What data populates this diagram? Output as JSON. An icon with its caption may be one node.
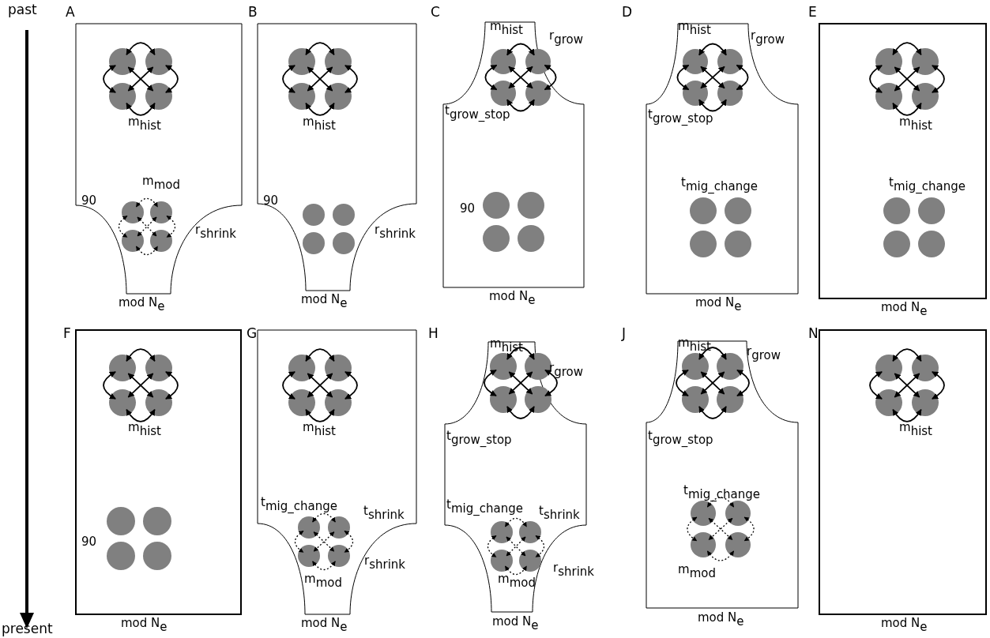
{
  "diagram": {
    "nodes": [
      {
        "text": [
          "A",
          "m$_{hist}$",
          "m$_{mod}$",
          "90",
          "r$_{shrink}$"
        ],
        "beside": [
          "mod N$_{e}$"
        ]
      },
      {
        "text": [],
        "shape": "circle",
        "in": 0
      },
      {
        "text": [],
        "shape": "circle",
        "in": 0
      },
      {
        "text": [],
        "shape": "circle",
        "in": 0
      },
      {
        "text": [],
        "shape": "circle",
        "in": 0
      },
      {
        "text": [],
        "shape": "circle",
        "in": 0
      },
      {
        "text": [],
        "shape": "circle",
        "in": 0
      },
      {
        "text": [],
        "shape": "circle",
        "in": 0
      },
      {
        "text": [],
        "shape": "circle",
        "in": 0
      },
      {
        "text": [
          "B",
          "m$_{hist}$",
          "90",
          "r$_{shrink}$"
        ],
        "beside": [
          "mod N$_{e}$"
        ]
      },
      {
        "text": [],
        "shape": "circle",
        "in": 9
      },
      {
        "text": [],
        "shape": "circle",
        "in": 9
      },
      {
        "text": [],
        "shape": "circle",
        "in": 9
      },
      {
        "text": [],
        "shape": "circle",
        "in": 9
      },
      {
        "text": [],
        "shape": "circle",
        "in": 9
      },
      {
        "text": [],
        "shape": "circle",
        "in": 9
      },
      {
        "text": [],
        "shape": "circle",
        "in": 9
      },
      {
        "text": [],
        "shape": "circle",
        "in": 9
      },
      {
        "text": [
          "C",
          "m$_{hist}$",
          "r$_{grow}$",
          "t$_{grow_stop}$",
          "90"
        ],
        "beside": [
          "mod N$_{e}$"
        ]
      },
      {
        "text": [],
        "shape": "circle",
        "in": 18
      },
      {
        "text": [],
        "shape": "circle",
        "in": 18
      },
      {
        "text": [],
        "shape": "circle",
        "in": 18
      },
      {
        "text": [],
        "shape": "circle",
        "in": 18
      },
      {
        "text": [],
        "shape": "circle",
        "in": 18
      },
      {
        "text": [],
        "shape": "circle",
        "in": 18
      },
      {
        "text": [],
        "shape": "circle",
        "in": 18
      },
      {
        "text": [],
        "shape": "circle",
        "in": 18
      },
      {
        "text": [
          "D",
          "m$_{hist}$",
          "r$_{grow}$",
          "t$_{grow_stop}$",
          "t$_{mig_change}$"
        ],
        "beside": [
          "mod N$_{e}$"
        ]
      },
      {
        "text": [],
        "shape": "circle",
        "in": 27
      },
      {
        "text": [],
        "shape": "circle",
        "in": 27
      },
      {
        "text": [],
        "shape": "circle",
        "in": 27
      },
      {
        "text": [],
        "shape": "circle",
        "in": 27
      },
      {
        "text": [],
        "shape": "circle",
        "in": 27
      },
      {
        "text": [],
        "shape": "circle",
        "in": 27
      },
      {
        "text": [],
        "shape": "circle",
        "in": 27
      },
      {
        "text": [],
        "shape": "circle",
        "in": 27
      },
      {
        "text": [
          "E",
          "m$_{hist}$",
          "t$_{mig_change}$"
        ],
        "beside": [
          "mod N$_{e}$"
        ]
      },
      {
        "text": [],
        "shape": "circle",
        "in": 36
      },
      {
        "text": [],
        "shape": "circle",
        "in": 36
      },
      {
        "text": [],
        "shape": "circle",
        "in": 36
      },
      {
        "text": [],
        "shape": "circle",
        "in": 36
      },
      {
        "text": [],
        "shape": "circle",
        "in": 36
      },
      {
        "text": [],
        "shape": "circle",
        "in": 36
      },
      {
        "text": [],
        "shape": "circle",
        "in": 36
      },
      {
        "text": [],
        "shape": "circle",
        "in": 36
      },
      {
        "text": [
          "F",
          "m$_{hist}$",
          "90"
        ],
        "beside": [
          "mod N$_{e}$"
        ]
      },
      {
        "text": [],
        "shape": "circle",
        "in": 45
      },
      {
        "text": [],
        "shape": "circle",
        "in": 45
      },
      {
        "text": [],
        "shape": "circle",
        "in": 45
      },
      {
        "text": [],
        "shape": "circle",
        "in": 45
      },
      {
        "text": [],
        "shape": "circle",
        "in": 45
      },
      {
        "text": [],
        "shape": "circle",
        "in": 45
      },
      {
        "text": [],
        "shape": "circle",
        "in": 45
      },
      {
        "text": [],
        "shape": "circle",
        "in": 45
      },
      {
        "text": [
          "G",
          "m$_{hist}$",
          "t$_{mig_change}$",
          "t$_{shrink}$",
          "r$_{shrink}$",
          "m$_{mod}$"
        ],
        "beside": [
          "mod N$_{e}$"
        ]
      },
      {
        "text": [],
        "shape": "circle",
        "in": 54
      },
      {
        "text": [],
        "shape": "circle",
        "in": 54
      },
      {
        "text": [],
        "shape": "circle",
        "in": 54
      },
      {
        "text": [],
        "shape": "circle",
        "in": 54
      },
      {
        "text": [],
        "shape": "circle",
        "in": 54
      },
      {
        "text": [],
        "shape": "circle",
        "in": 54
      },
      {
        "text": [],
        "shape": "circle",
        "in": 54
      },
      {
        "text": [],
        "shape": "circle",
        "in": 54
      },
      {
        "text": [
          "H",
          "m$_{hist}$",
          "r$_{grow}$",
          "t$_{grow_stop}$",
          "t$_{mig_change}$",
          "t$_{shrink}$",
          "r$_{shrink}$",
          "m$_{mod}$"
        ],
        "beside": [
          "mod N$_{e}$"
        ]
      },
      {
        "text": [],
        "shape": "circle",
        "in": 63
      },
      {
        "text": [],
        "shape": "circle",
        "in": 63
      },
      {
        "text": [],
        "shape": "circle",
        "in": 63
      },
      {
        "text": [],
        "shape": "circle",
        "in": 63
      },
      {
        "text": [],
        "shape": "circle",
        "in": 63
      },
      {
        "text": [],
        "shape": "circle",
        "in": 63
      },
      {
        "text": [],
        "shape": "circle",
        "in": 63
      },
      {
        "text": [],
        "shape": "circle",
        "in": 63
      },
      {
        "text": [
          "J",
          "m$_{hist}$",
          "r$_{grow}$",
          "t$_{grow_stop}$",
          "t$_{mig_change}$",
          "m$_{mod}$"
        ],
        "beside": [
          "mod N$_{e}$"
        ]
      },
      {
        "text": [],
        "shape": "circle",
        "in": 72
      },
      {
        "text": [],
        "shape": "circle",
        "in": 72
      },
      {
        "text": [],
        "shape": "circle",
        "in": 72
      },
      {
        "text": [],
        "shape": "circle",
        "in": 72
      },
      {
        "text": [],
        "shape": "circle",
        "in": 72
      },
      {
        "text": [],
        "shape": "circle",
        "in": 72
      },
      {
        "text": [],
        "shape": "circle",
        "in": 72
      },
      {
        "text": [],
        "shape": "circle",
        "in": 72
      },
      {
        "text": [
          "N",
          "m$_{hist}$"
        ],
        "beside": [
          "mod N$_{e}$"
        ]
      },
      {
        "text": [],
        "shape": "circle",
        "in": 81
      },
      {
        "text": [],
        "shape": "circle",
        "in": 81
      },
      {
        "text": [],
        "shape": "circle",
        "in": 81
      },
      {
        "text": [],
        "shape": "circle",
        "in": 81
      }
    ],
    "edges": [
      {
        "from": 1,
        "to": 2,
        "arrow": "both"
      },
      {
        "from": 1,
        "to": 3,
        "arrow": "both"
      },
      {
        "from": 2,
        "to": 4,
        "arrow": "both"
      },
      {
        "from": 3,
        "to": 4,
        "arrow": "both"
      },
      {
        "from": 1,
        "to": 4,
        "arrow": "both"
      },
      {
        "from": 2,
        "to": 3,
        "arrow": "both"
      },
      {
        "from": 5,
        "to": 6,
        "arrow": "both",
        "style": "dashed"
      },
      {
        "from": 5,
        "to": 7,
        "arrow": "both",
        "style": "dashed"
      },
      {
        "from": 6,
        "to": 8,
        "arrow": "both",
        "style": "dashed"
      },
      {
        "from": 7,
        "to": 8,
        "arrow": "both",
        "style": "dashed"
      },
      {
        "from": 5,
        "to": 8,
        "arrow": "both",
        "style": "dashed"
      },
      {
        "from": 6,
        "to": 7,
        "arrow": "both",
        "style": "dashed"
      },
      {
        "from": 10,
        "to": 11,
        "arrow": "both"
      },
      {
        "from": 10,
        "to": 12,
        "arrow": "both"
      },
      {
        "from": 11,
        "to": 13,
        "arrow": "both"
      },
      {
        "from": 12,
        "to": 13,
        "arrow": "both"
      },
      {
        "from": 10,
        "to": 13,
        "arrow": "both"
      },
      {
        "from": 11,
        "to": 12,
        "arrow": "both"
      },
      {
        "from": 19,
        "to": 20,
        "arrow": "both"
      },
      {
        "from": 19,
        "to": 21,
        "arrow": "both"
      },
      {
        "from": 20,
        "to": 22,
        "arrow": "both"
      },
      {
        "from": 21,
        "to": 22,
        "arrow": "both"
      },
      {
        "from": 19,
        "to": 22,
        "arrow": "both"
      },
      {
        "from": 20,
        "to": 21,
        "arrow": "both"
      },
      {
        "from": 28,
        "to": 29,
        "arrow": "both"
      },
      {
        "from": 28,
        "to": 30,
        "arrow": "both"
      },
      {
        "from": 29,
        "to": 31,
        "arrow": "both"
      },
      {
        "from": 30,
        "to": 31,
        "arrow": "both"
      },
      {
        "from": 28,
        "to": 31,
        "arrow": "both"
      },
      {
        "from": 29,
        "to": 30,
        "arrow": "both"
      },
      {
        "from": 37,
        "to": 38,
        "arrow": "both"
      },
      {
        "from": 37,
        "to": 39,
        "arrow": "both"
      },
      {
        "from": 38,
        "to": 40,
        "arrow": "both"
      },
      {
        "from": 39,
        "to": 40,
        "arrow": "both"
      },
      {
        "from": 37,
        "to": 40,
        "arrow": "both"
      },
      {
        "from": 38,
        "to": 39,
        "arrow": "both"
      },
      {
        "from": 46,
        "to": 47,
        "arrow": "both"
      },
      {
        "from": 46,
        "to": 48,
        "arrow": "both"
      },
      {
        "from": 47,
        "to": 49,
        "arrow": "both"
      },
      {
        "from": 48,
        "to": 49,
        "arrow": "both"
      },
      {
        "from": 46,
        "to": 49,
        "arrow": "both"
      },
      {
        "from": 47,
        "to": 48,
        "arrow": "both"
      },
      {
        "from": 55,
        "to": 56,
        "arrow": "both"
      },
      {
        "from": 55,
        "to": 57,
        "arrow": "both"
      },
      {
        "from": 56,
        "to": 58,
        "arrow": "both"
      },
      {
        "from": 57,
        "to": 58,
        "arrow": "both"
      },
      {
        "from": 55,
        "to": 58,
        "arrow": "both"
      },
      {
        "from": 56,
        "to": 57,
        "arrow": "both"
      },
      {
        "from": 59,
        "to": 60,
        "arrow": "both",
        "style": "dashed"
      },
      {
        "from": 59,
        "to": 61,
        "arrow": "both",
        "style": "dashed"
      },
      {
        "from": 60,
        "to": 62,
        "arrow": "both",
        "style": "dashed"
      },
      {
        "from": 61,
        "to": 62,
        "arrow": "both",
        "style": "dashed"
      },
      {
        "from": 59,
        "to": 62,
        "arrow": "both",
        "style": "dashed"
      },
      {
        "from": 60,
        "to": 61,
        "arrow": "both",
        "style": "dashed"
      },
      {
        "from": 64,
        "to": 65,
        "arrow": "both"
      },
      {
        "from": 64,
        "to": 66,
        "arrow": "both"
      },
      {
        "from": 65,
        "to": 67,
        "arrow": "both"
      },
      {
        "from": 66,
        "to": 67,
        "arrow": "both"
      },
      {
        "from": 64,
        "to": 67,
        "arrow": "both"
      },
      {
        "from": 65,
        "to": 66,
        "arrow": "both"
      },
      {
        "from": 68,
        "to": 69,
        "arrow": "both",
        "style": "dashed"
      },
      {
        "from": 68,
        "to": 70,
        "arrow": "both",
        "style": "dashed"
      },
      {
        "from": 69,
        "to": 71,
        "arrow": "both",
        "style": "dashed"
      },
      {
        "from": 70,
        "to": 71,
        "arrow": "both",
        "style": "dashed"
      },
      {
        "from": 68,
        "to": 71,
        "arrow": "both",
        "style": "dashed"
      },
      {
        "from": 69,
        "to": 70,
        "arrow": "both",
        "style": "dashed"
      },
      {
        "from": 73,
        "to": 74,
        "arrow": "both"
      },
      {
        "from": 73,
        "to": 75,
        "arrow": "both"
      },
      {
        "from": 74,
        "to": 76,
        "arrow": "both"
      },
      {
        "from": 75,
        "to": 76,
        "arrow": "both"
      },
      {
        "from": 73,
        "to": 76,
        "arrow": "both"
      },
      {
        "from": 74,
        "to": 75,
        "arrow": "both"
      },
      {
        "from": 77,
        "to": 78,
        "arrow": "both",
        "style": "dashed"
      },
      {
        "from": 77,
        "to": 79,
        "arrow": "both",
        "style": "dashed"
      },
      {
        "from": 78,
        "to": 80,
        "arrow": "both",
        "style": "dashed"
      },
      {
        "from": 79,
        "to": 80,
        "arrow": "both",
        "style": "dashed"
      },
      {
        "from": 77,
        "to": 80,
        "arrow": "both",
        "style": "dashed"
      },
      {
        "from": 78,
        "to": 79,
        "arrow": "both",
        "style": "dashed"
      },
      {
        "from": 82,
        "to": 83,
        "arrow": "both"
      },
      {
        "from": 82,
        "to": 84,
        "arrow": "both"
      },
      {
        "from": 83,
        "to": 85,
        "arrow": "both"
      },
      {
        "from": 84,
        "to": 85,
        "arrow": "both"
      },
      {
        "from": 82,
        "to": 85,
        "arrow": "both"
      },
      {
        "from": 83,
        "to": 84,
        "arrow": "both"
      }
    ],
    "labels": [
      "past",
      "present"
    ]
  }
}
